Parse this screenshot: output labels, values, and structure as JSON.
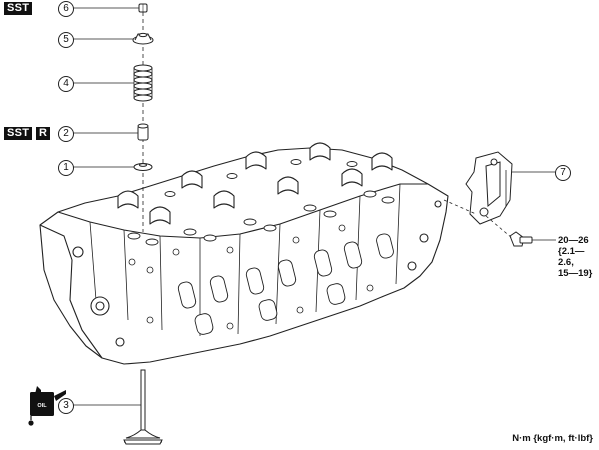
{
  "tags": {
    "sst": "SST",
    "r": "R",
    "oil": "OIL"
  },
  "callouts": {
    "c1": "1",
    "c2": "2",
    "c3": "3",
    "c4": "4",
    "c5": "5",
    "c6": "6",
    "c7": "7"
  },
  "torque": {
    "line1": "20—26",
    "line2": "{2.1—2.6,",
    "line3": "15—19}"
  },
  "units_label": "N·m {kgf·m, ft·lbf}"
}
